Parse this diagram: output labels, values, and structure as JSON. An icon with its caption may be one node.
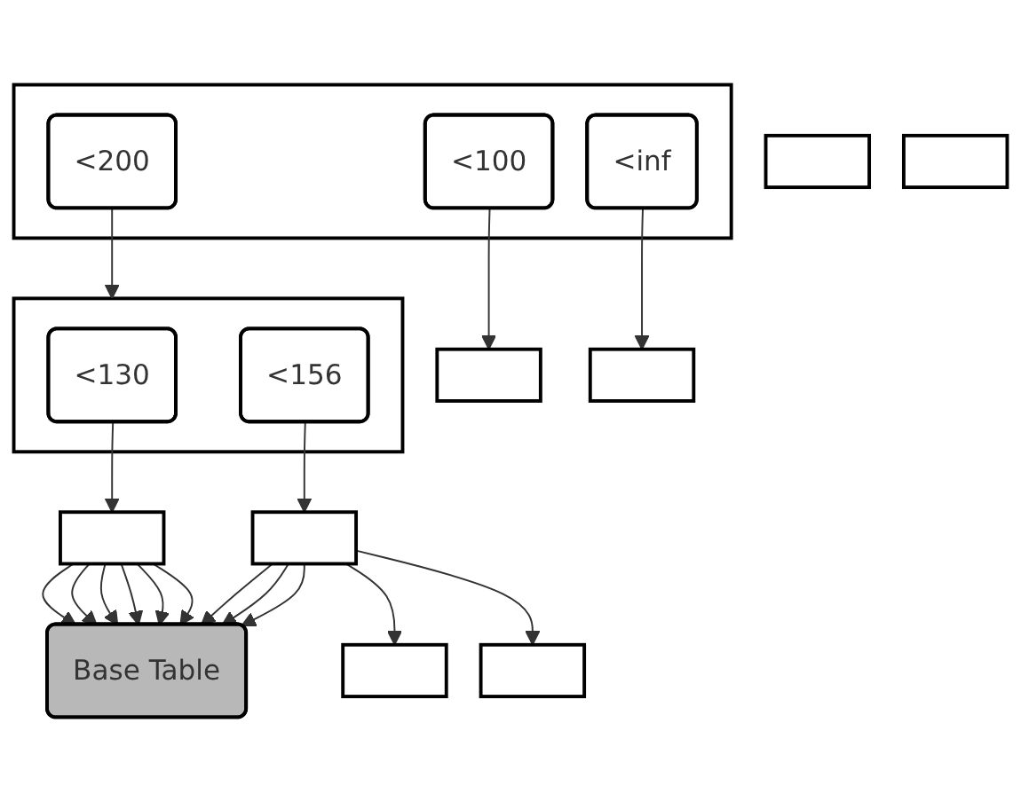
{
  "diagram": {
    "nodes": [
      {
        "text": [],
        "shape": "box"
      },
      {
        "text": [
          "<100"
        ],
        "in": 0
      },
      {
        "text": [
          "<200"
        ],
        "in": 0
      },
      {
        "text": [
          "<inf"
        ],
        "in": 0
      },
      {
        "text": [],
        "shape": "box"
      },
      {
        "text": [],
        "shape": "box"
      },
      {
        "text": [
          "<130"
        ],
        "in": 5
      },
      {
        "text": [
          "<156"
        ],
        "in": 5
      },
      {
        "text": [],
        "shape": "box"
      },
      {
        "text": [],
        "shape": "box"
      },
      {
        "text": [],
        "shape": "box"
      },
      {
        "text": [
          "Base Table"
        ]
      },
      {
        "text": [],
        "shape": "box"
      },
      {
        "text": [],
        "shape": "box"
      },
      {
        "text": [],
        "shape": "box"
      },
      {
        "text": [],
        "shape": "box"
      }
    ],
    "edges": [
      {
        "from": 1,
        "to": 4,
        "arrow": "to"
      },
      {
        "from": 2,
        "to": 5,
        "arrow": "to"
      },
      {
        "from": 3,
        "to": 8,
        "arrow": "to"
      },
      {
        "from": 6,
        "to": 9,
        "arrow": "to"
      },
      {
        "from": 7,
        "to": 10,
        "arrow": "to"
      },
      {
        "from": 9,
        "to": 11,
        "arrow": "to"
      },
      {
        "from": 9,
        "to": 11,
        "arrow": "to"
      },
      {
        "from": 9,
        "to": 11,
        "arrow": "to"
      },
      {
        "from": 9,
        "to": 11,
        "arrow": "to"
      },
      {
        "from": 9,
        "to": 11,
        "arrow": "to"
      },
      {
        "from": 9,
        "to": 11,
        "arrow": "to"
      },
      {
        "from": 10,
        "to": 11,
        "arrow": "to"
      },
      {
        "from": 10,
        "to": 11,
        "arrow": "to"
      },
      {
        "from": 10,
        "to": 11,
        "arrow": "to"
      },
      {
        "from": 10,
        "to": 12,
        "arrow": "to"
      },
      {
        "from": 10,
        "to": 15,
        "arrow": "to"
      }
    ]
  }
}
